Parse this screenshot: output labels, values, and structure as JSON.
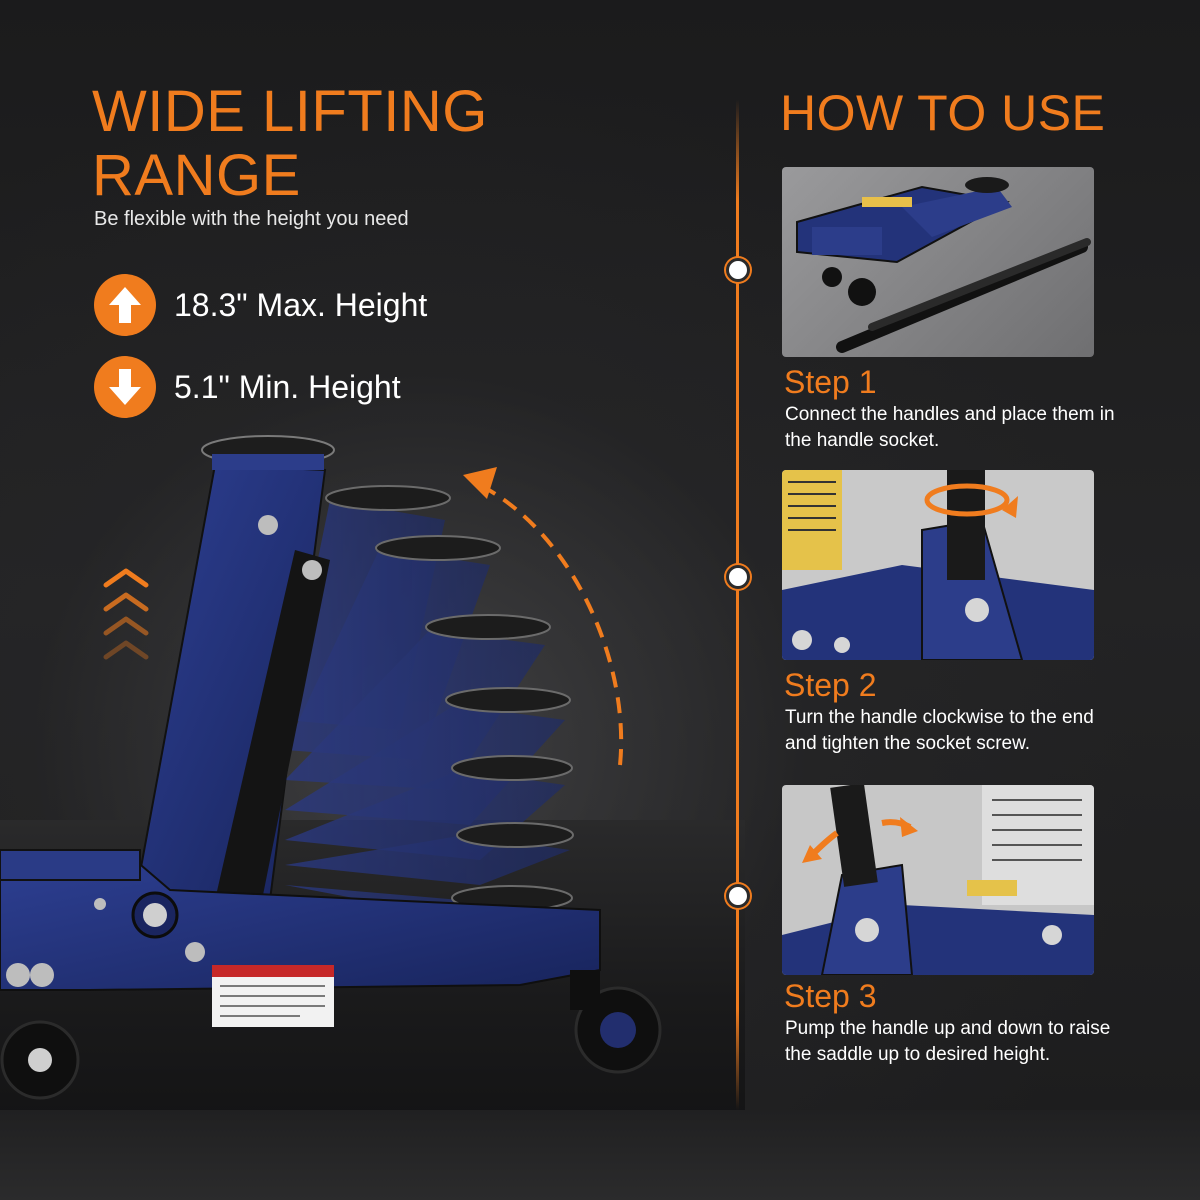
{
  "colors": {
    "accent": "#f07c1e",
    "jack_blue": "#23337a",
    "background": "#1a1a1b",
    "text": "#ffffff"
  },
  "left": {
    "headline_line1": "WIDE LIFTING",
    "headline_line2": "RANGE",
    "subtitle": "Be flexible with the height you need",
    "specs": [
      {
        "icon": "arrow-up-icon",
        "label": "18.3\" Max. Height"
      },
      {
        "icon": "arrow-down-icon",
        "label": "5.1\" Min. Height"
      }
    ]
  },
  "right": {
    "title": "HOW TO USE",
    "steps": [
      {
        "title": "Step 1",
        "description": "Connect the handles and place them in the handle socket."
      },
      {
        "title": "Step 2",
        "description": "Turn the handle clockwise to the end and tighten the socket screw."
      },
      {
        "title": "Step 3",
        "description": "Pump the handle up and down to raise the saddle up to desired height."
      }
    ]
  }
}
